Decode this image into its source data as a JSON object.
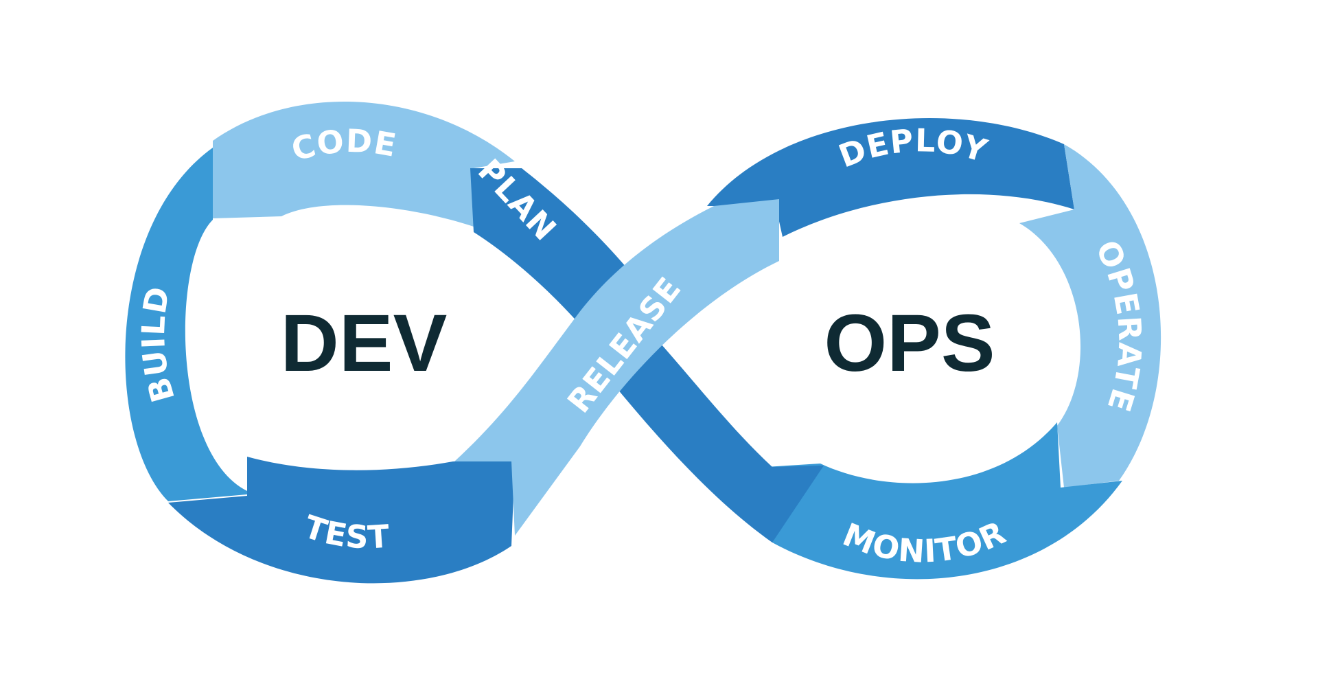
{
  "diagram": {
    "center_left": "DEV",
    "center_right": "OPS",
    "stages": [
      {
        "key": "plan",
        "label": "PLAN"
      },
      {
        "key": "code",
        "label": "CODE"
      },
      {
        "key": "build",
        "label": "BUILD"
      },
      {
        "key": "test",
        "label": "TEST"
      },
      {
        "key": "release",
        "label": "RELEASE"
      },
      {
        "key": "deploy",
        "label": "DEPLOY"
      },
      {
        "key": "operate",
        "label": "OPERATE"
      },
      {
        "key": "monitor",
        "label": "MONITOR"
      }
    ]
  },
  "colors": {
    "background": "#ffffff",
    "light_blue": "#8cc6ec",
    "mid_blue": "#3a9ad6",
    "dark_blue": "#2a7ec3",
    "center_text": "#0f2a33",
    "stage_text": "#ffffff"
  }
}
